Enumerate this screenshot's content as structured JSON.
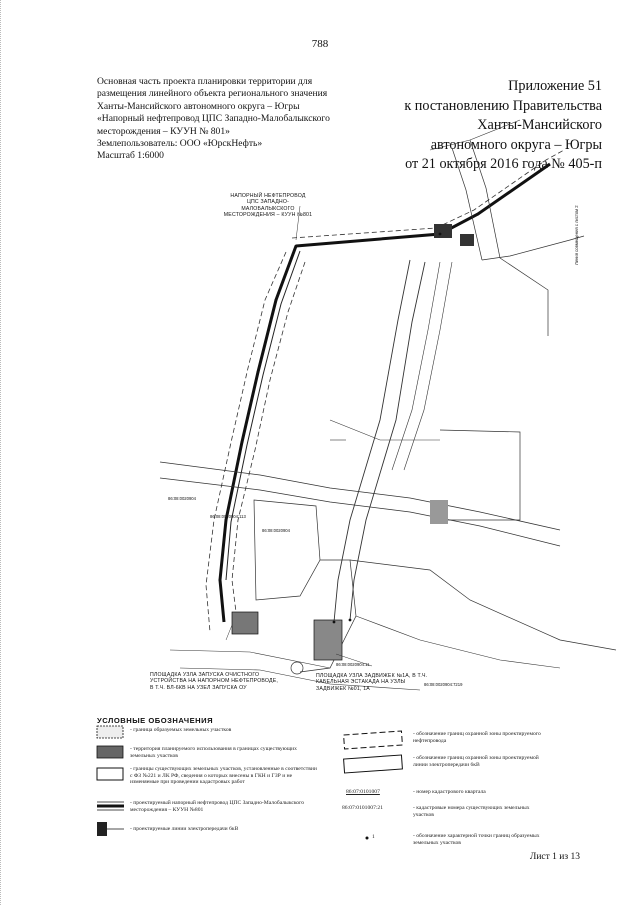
{
  "page_number": "788",
  "left_header": [
    "Основная часть проекта планировки территории для",
    "размещения линейного объекта регионального значения",
    "Ханты-Мансийского автономного округа – Югры",
    "«Напорный нефтепровод ЦПС Западно-Малобалыкского",
    "месторождения – КУУН № 801»",
    "Землепользователь: ООО «ЮрскНефть»",
    "Масштаб 1:6000"
  ],
  "right_header": [
    "Приложение 51",
    "к постановлению Правительства",
    "Ханты-Мансийского",
    "автономного округа – Югры",
    "от 21 октября 2016 года № 405-п"
  ],
  "map_labels": {
    "pipeline_title": [
      "НАПОРНЫЙ НЕФТЕПРОВОД",
      "ЦПС ЗАПАДНО-МАЛОБАЛЫКСКОГО",
      "МЕСТОРОЖДЕНИЯ – КУУН №801"
    ],
    "site_launch": [
      "ПЛОЩАДКА УЗЛА ЗАПУСКА ОЧИСТНОГО",
      "УСТРОЙСТВА НА НАПОРНОМ НЕФТЕПРОВОДЕ,",
      "В Т.Ч. ВЛ-6КВ НА УЗЕЛ ЗАПУСКА ОУ"
    ],
    "site_valve": [
      "ПЛОЩАДКА УЗЛА ЗАДВИЖЕК №1А, В Т.Ч.",
      "КАБЕЛЬНАЯ ЭСТАКАДА НА УЗЛЫ",
      "ЗАДВИЖЕК №01, 1А"
    ],
    "side_note": "Линия совмещения с листом 2",
    "cad_1": "86:08:0020904",
    "cad_2": "86:08:0020904",
    "cad_3": "86:08:0020904:113",
    "cad_4": "86:08:0020904:7219",
    "cad_5": "86:08:0020904:11"
  },
  "legend": {
    "title": "УСЛОВНЫЕ ОБОЗНАЧЕНИЯ",
    "left_items": [
      "- граница образуемых земельных участков",
      "- территория планируемого использования в границах существующих земельных участков",
      "- границы существующих земельных участков, установленные в соответствии с ФЗ №221 и ЛК РФ, сведения о которых внесены в ГКН и ГЗР и не изменяемые при проведении кадастровых работ",
      "- проектируемый напорный нефтепровод ЦПС Западно-Малобалыкского месторождения – КУУН №801",
      "- проектируемые линии электропередачи 6кВ"
    ],
    "right_items": [
      "- обозначение границ охранной зоны проектируемого нефтепровода",
      "- обозначение границ охранной зоны проектируемой линии электропередачи 6кВ",
      "- номер кадастрового квартала",
      "- кадастровые номера существующих земельных участков",
      "- обозначение характерной точки границ образуемых земельных участков"
    ],
    "cad_quarter_sample": "86:07:0101007",
    "cad_parcel_sample": "86:07:0101007:21",
    "point_sample": "1"
  },
  "sheet_label": "Лист 1 из 13"
}
